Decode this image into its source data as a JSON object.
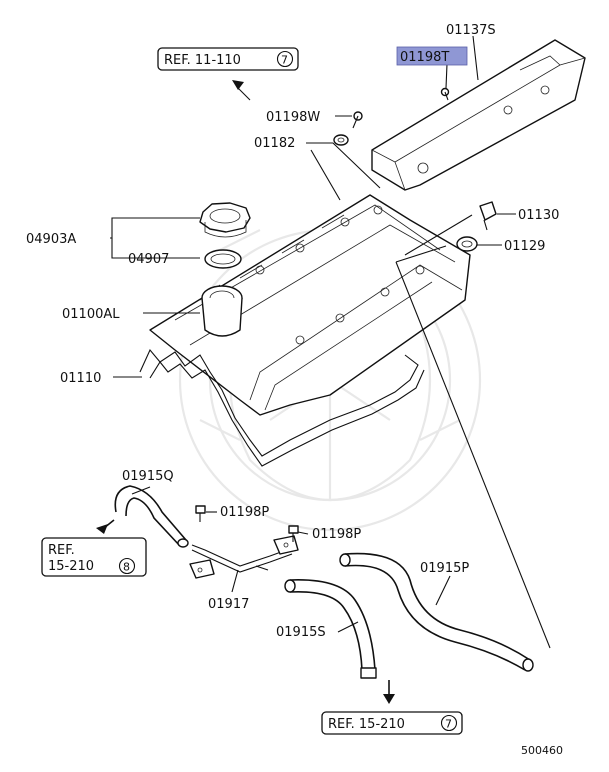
{
  "diagram": {
    "references": [
      {
        "text": "REF. 11-110",
        "circled": "7"
      },
      {
        "text": "REF.",
        "circled": ""
      },
      {
        "text": "15-210",
        "circled": "8"
      },
      {
        "text": "REF. 15-210",
        "circled": "7"
      }
    ],
    "callouts": {
      "c01137S": "01137S",
      "c01198T": "01198T",
      "c01198W": "01198W",
      "c01182": "01182",
      "c01130": "01130",
      "c01129": "01129",
      "c04903A": "04903A",
      "c04907": "04907",
      "c01100AL": "01100AL",
      "c01110": "01110",
      "c01915Q": "01915Q",
      "c01198P_a": "01198P",
      "c01198P_b": "01198P",
      "c01917": "01917",
      "c01915P": "01915P",
      "c01915S": "01915S"
    },
    "highlighted_part": "01198T",
    "highlight_color": "#8f97d4",
    "diagram_id": "500460"
  }
}
